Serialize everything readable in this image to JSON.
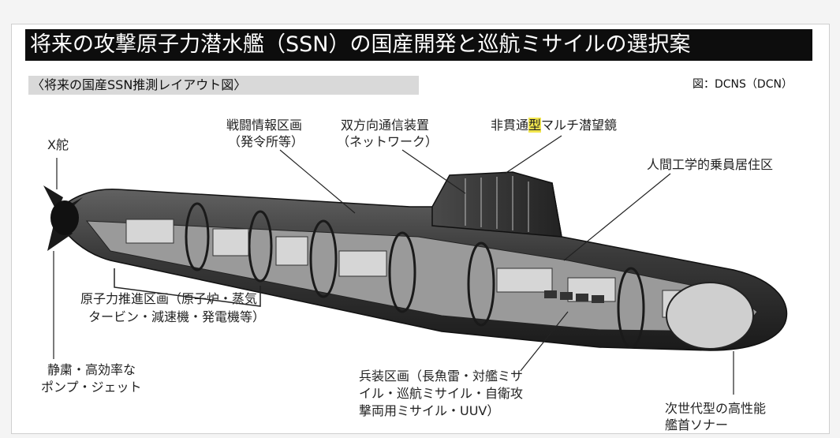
{
  "header": {
    "title": "将来の攻撃原子力潜水艦（SSN）の国産開発と巡航ミサイルの選択案",
    "subtitle": "〈将来の国産SSN推測レイアウト図〉",
    "credit": "図：DCNS（DCN）"
  },
  "labels": {
    "x_rudder": "X舵",
    "combat_line1": "戦闘情報区画",
    "combat_line2": "（発令所等）",
    "comm_line1": "双方向通信装置",
    "comm_line2": "（ネットワーク）",
    "periscope_pre": "非貫通",
    "periscope_hl": "型",
    "periscope_post": "マルチ潜望鏡",
    "habitat": "人間工学的乗員居住区",
    "propulsion_line1": "原子力推進区画（原子炉・蒸気",
    "propulsion_line2": "タービン・減速機・発電機等）",
    "pump_line1": "静粛・高効率な",
    "pump_line2": "ポンプ・ジェット",
    "weapons_line1": "兵装区画（長魚雷・対艦ミサ",
    "weapons_line2": "イル・巡航ミサイル・自衛攻",
    "weapons_line3": "撃両用ミサイル・UUV）",
    "sonar_line1": "次世代型の高性能",
    "sonar_line2": "艦首ソナー"
  }
}
